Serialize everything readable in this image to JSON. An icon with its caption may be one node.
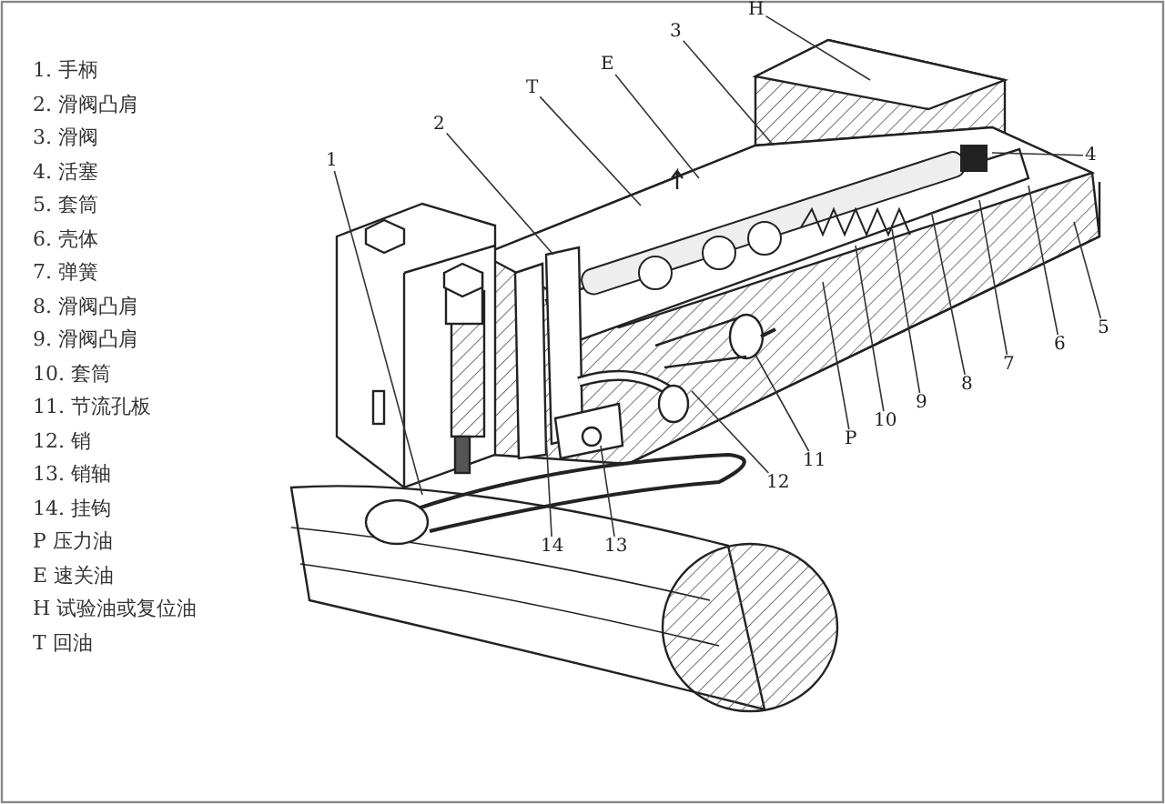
{
  "diagram": {
    "nodes": [
      {
        "text": [
          "H"
        ]
      },
      {
        "text": [
          "3"
        ]
      },
      {
        "text": [
          "E"
        ]
      },
      {
        "text": [
          "T"
        ]
      },
      {
        "text": [
          "2"
        ]
      },
      {
        "text": [
          "1"
        ]
      },
      {
        "text": [
          "4"
        ]
      },
      {
        "text": [
          "5"
        ]
      },
      {
        "text": [
          "6"
        ]
      },
      {
        "text": [
          "7"
        ]
      },
      {
        "text": [
          "8"
        ]
      },
      {
        "text": [
          "9"
        ]
      },
      {
        "text": [
          "10"
        ]
      },
      {
        "text": [
          "P"
        ]
      },
      {
        "text": [
          "11"
        ]
      },
      {
        "text": [
          "12"
        ]
      },
      {
        "text": [
          "14"
        ]
      },
      {
        "text": [
          "13"
        ]
      }
    ],
    "edges": [
      {
        "from": 0,
        "to": null,
        "arrow": "none"
      },
      {
        "from": 1,
        "to": null,
        "arrow": "none"
      },
      {
        "from": 2,
        "to": null,
        "arrow": "none"
      },
      {
        "from": 3,
        "to": null,
        "arrow": "none"
      },
      {
        "from": 4,
        "to": null,
        "arrow": "none"
      },
      {
        "from": 5,
        "to": null,
        "arrow": "none"
      },
      {
        "from": 6,
        "to": null,
        "arrow": "none"
      },
      {
        "from": 7,
        "to": null,
        "arrow": "none"
      },
      {
        "from": 8,
        "to": null,
        "arrow": "none"
      },
      {
        "from": 9,
        "to": null,
        "arrow": "none"
      },
      {
        "from": 10,
        "to": null,
        "arrow": "none"
      },
      {
        "from": 11,
        "to": null,
        "arrow": "none"
      },
      {
        "from": 12,
        "to": null,
        "arrow": "none"
      },
      {
        "from": 13,
        "to": null,
        "arrow": "none"
      },
      {
        "from": 14,
        "to": null,
        "arrow": "none"
      },
      {
        "from": 15,
        "to": null,
        "arrow": "none"
      },
      {
        "from": 16,
        "to": null,
        "arrow": "none"
      },
      {
        "from": 17,
        "to": null,
        "arrow": "none"
      }
    ],
    "labels": [
      "1.  手柄",
      "2.  滑阀凸肩",
      "3.  滑阀",
      "4.  活塞",
      "5.  套筒",
      "6.  壳体",
      "7.  弹簧",
      "8.  滑阀凸肩",
      "9.  滑阀凸肩",
      "10.  套筒",
      "11.  节流孔板",
      "12.  销",
      "13.  销轴",
      "14.  挂钩",
      "P  压力油",
      "E  速关油",
      "H  试验油或复位油",
      "T  回油"
    ]
  }
}
